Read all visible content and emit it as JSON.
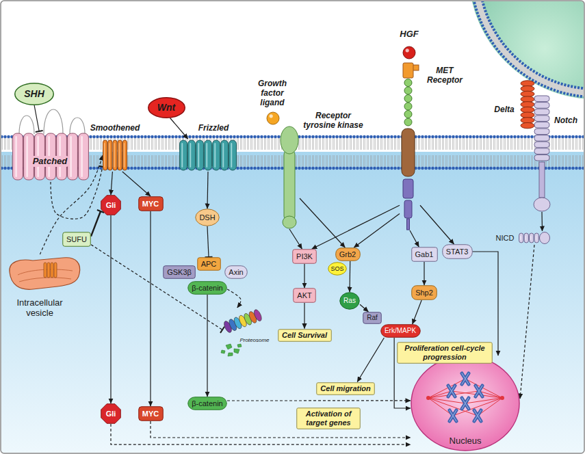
{
  "diagram": {
    "nodes": [
      {
        "text": [
          "SHH"
        ]
      },
      {
        "text": [
          "Patched"
        ]
      },
      {
        "text": [
          "Smoothened"
        ]
      },
      {
        "text": [
          "Wnt"
        ]
      },
      {
        "text": [
          "Frizzled"
        ]
      },
      {
        "text": [
          "Growth factor ligand"
        ]
      },
      {
        "text": [
          "Receptor tyrosine kinase"
        ]
      },
      {
        "text": [
          "HGF"
        ]
      },
      {
        "text": [
          "MET Receptor"
        ]
      },
      {
        "text": [
          "Delta"
        ]
      },
      {
        "text": [
          "Notch"
        ]
      },
      {
        "text": [
          "Gli"
        ]
      },
      {
        "text": [
          "MYC"
        ]
      },
      {
        "text": [
          "SUFU"
        ]
      },
      {
        "text": [
          "Intracellular vesicle"
        ]
      },
      {
        "text": [
          "DSH"
        ]
      },
      {
        "text": [
          "GSK3β"
        ]
      },
      {
        "text": [
          "APC"
        ]
      },
      {
        "text": [
          "Axin"
        ]
      },
      {
        "text": [
          "β-catenin"
        ]
      },
      {
        "text": [
          "Proteosome"
        ]
      },
      {
        "text": [
          "PI3K"
        ]
      },
      {
        "text": [
          "Grb2"
        ]
      },
      {
        "text": [
          "SOS"
        ]
      },
      {
        "text": [
          "Gab1"
        ]
      },
      {
        "text": [
          "STAT3"
        ]
      },
      {
        "text": [
          "NICD"
        ]
      },
      {
        "text": [
          "AKT"
        ]
      },
      {
        "text": [
          "Ras"
        ]
      },
      {
        "text": [
          "Shp2"
        ]
      },
      {
        "text": [
          "Raf"
        ]
      },
      {
        "text": [
          "Erk/MAPK"
        ]
      },
      {
        "text": [
          "Cell Survival"
        ]
      },
      {
        "text": [
          "Proliferation cell-cycle progression"
        ]
      },
      {
        "text": [
          "Cell migration"
        ]
      },
      {
        "text": [
          "Gli"
        ]
      },
      {
        "text": [
          "MYC"
        ]
      },
      {
        "text": [
          "β-catenin"
        ]
      },
      {
        "text": [
          "Activation of target genes"
        ]
      },
      {
        "text": [
          "Nucleus"
        ]
      }
    ],
    "edges": [
      {
        "from": 0,
        "to": 1,
        "arrow": "to"
      },
      {
        "from": 1,
        "to": 2,
        "arrow": "to"
      },
      {
        "from": 14,
        "to": 2,
        "arrow": "to"
      },
      {
        "from": 2,
        "to": 11,
        "arrow": "to"
      },
      {
        "from": 2,
        "to": 12,
        "arrow": "to"
      },
      {
        "from": 13,
        "to": 11,
        "arrow": "to"
      },
      {
        "from": 13,
        "to": 20,
        "arrow": "to"
      },
      {
        "from": 11,
        "to": 35,
        "arrow": "to"
      },
      {
        "from": 12,
        "to": 36,
        "arrow": "to"
      },
      {
        "from": 3,
        "to": 4,
        "arrow": "to"
      },
      {
        "from": 4,
        "to": 15,
        "arrow": "to"
      },
      {
        "from": 15,
        "to": 17,
        "arrow": "to"
      },
      {
        "from": 19,
        "to": 20,
        "arrow": "to"
      },
      {
        "from": 19,
        "to": 37,
        "arrow": "to"
      },
      {
        "from": 6,
        "to": 21,
        "arrow": "to"
      },
      {
        "from": 6,
        "to": 22,
        "arrow": "to"
      },
      {
        "from": 8,
        "to": 21,
        "arrow": "to"
      },
      {
        "from": 8,
        "to": 22,
        "arrow": "to"
      },
      {
        "from": 8,
        "to": 24,
        "arrow": "to"
      },
      {
        "from": 8,
        "to": 25,
        "arrow": "to"
      },
      {
        "from": 21,
        "to": 27,
        "arrow": "to"
      },
      {
        "from": 27,
        "to": 32,
        "arrow": "to"
      },
      {
        "from": 22,
        "to": 28,
        "arrow": "to"
      },
      {
        "from": 28,
        "to": 30,
        "arrow": "to"
      },
      {
        "from": 24,
        "to": 29,
        "arrow": "to"
      },
      {
        "from": 29,
        "to": 31,
        "arrow": "to"
      },
      {
        "from": 31,
        "to": 34,
        "arrow": "to"
      },
      {
        "from": 31,
        "to": 39,
        "arrow": "to"
      },
      {
        "from": 25,
        "to": 39,
        "arrow": "to"
      },
      {
        "from": 10,
        "to": 26,
        "arrow": "to"
      },
      {
        "from": 26,
        "to": 39,
        "arrow": "to"
      },
      {
        "from": 35,
        "to": 39,
        "arrow": "to"
      },
      {
        "from": 36,
        "to": 39,
        "arrow": "to"
      },
      {
        "from": 37,
        "to": 39,
        "arrow": "to"
      }
    ]
  }
}
